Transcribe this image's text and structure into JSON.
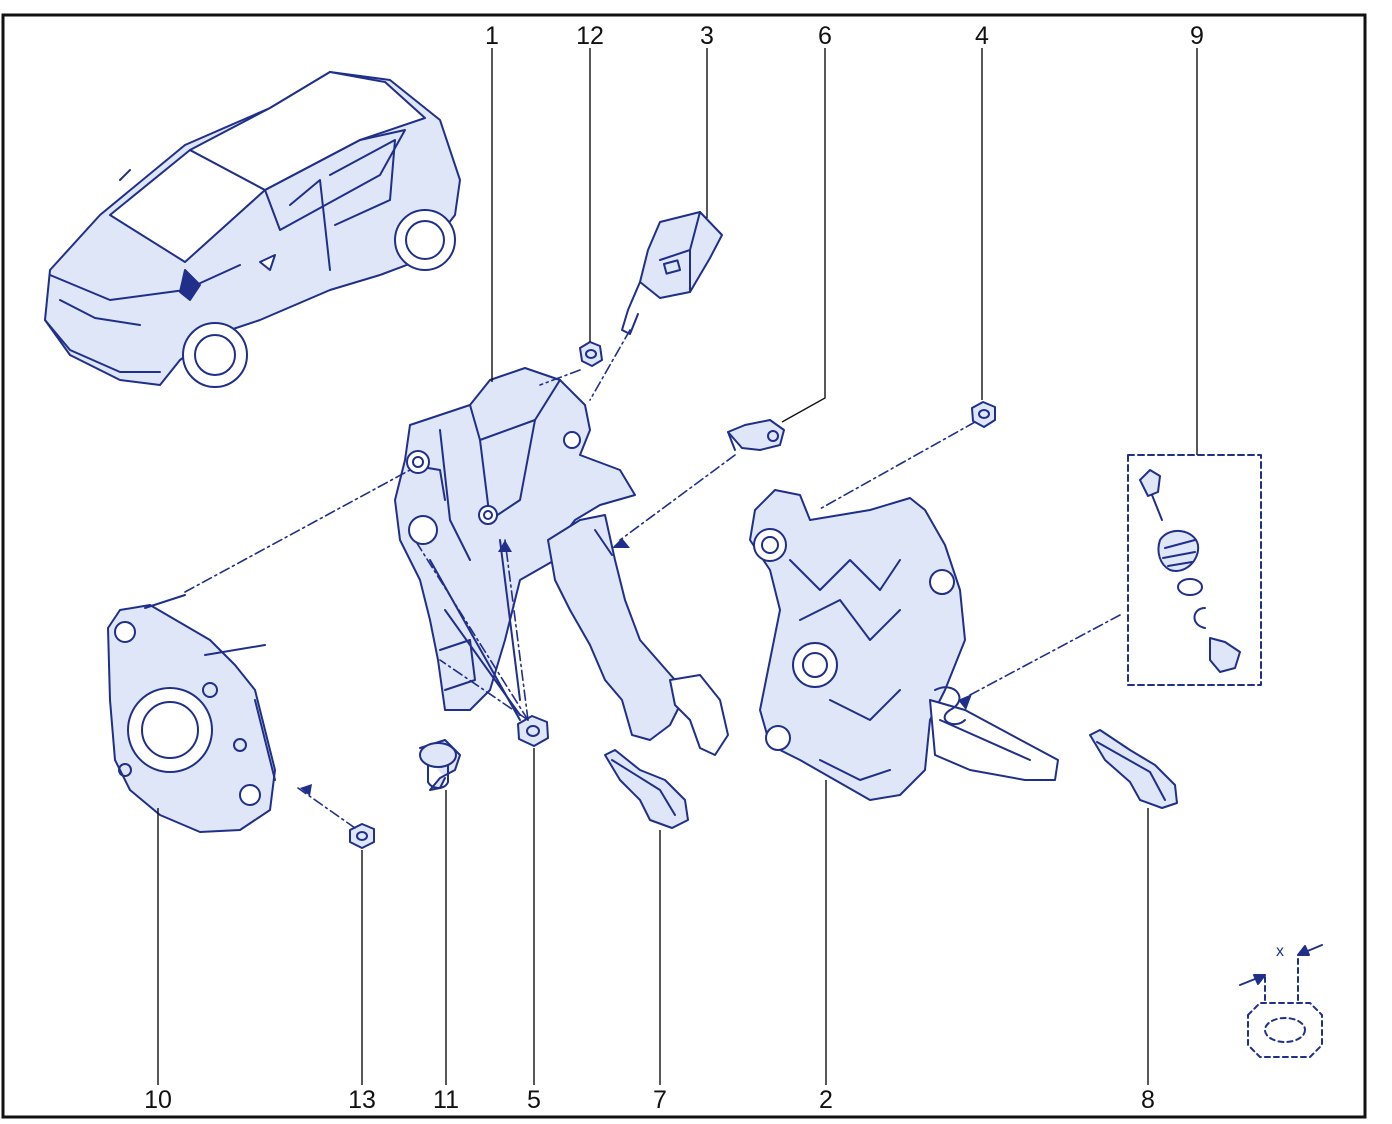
{
  "colors": {
    "line": "#1f2f8a",
    "fill": "#dfe6f7",
    "frame": "#111111",
    "text": "#111111"
  },
  "callouts": {
    "top": [
      "1",
      "12",
      "3",
      "6",
      "4",
      "9"
    ],
    "bottom": [
      "10",
      "13",
      "11",
      "5",
      "7",
      "2",
      "8"
    ]
  },
  "detail_label": "x"
}
